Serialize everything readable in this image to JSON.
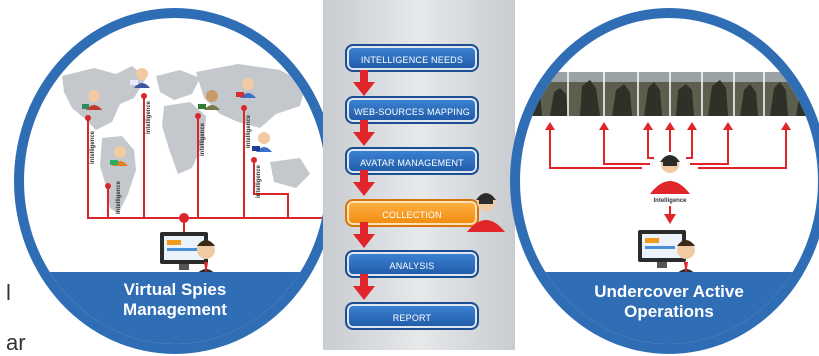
{
  "edge_text": [
    "l",
    "ar"
  ],
  "left_panel": {
    "title_line1": "Virtual Spies",
    "title_line2": "Management",
    "connection_label": "intelligence"
  },
  "right_panel": {
    "title_line1": "Undercover Active",
    "title_line2": "Operations",
    "center_label": "Intelligence"
  },
  "steps": [
    {
      "label": "INTELLIGENCE NEEDS",
      "active": false
    },
    {
      "label": "WEB-SOURCES MAPPING",
      "active": false
    },
    {
      "label": "AVATAR MANAGEMENT",
      "active": false
    },
    {
      "label": "COLLECTION",
      "active": true
    },
    {
      "label": "ANALYSIS",
      "active": false
    },
    {
      "label": "REPORT",
      "active": false
    }
  ],
  "colors": {
    "brand_blue": "#2f6db5",
    "accent_red": "#e0262a",
    "active_orange": "#f39a1e"
  }
}
